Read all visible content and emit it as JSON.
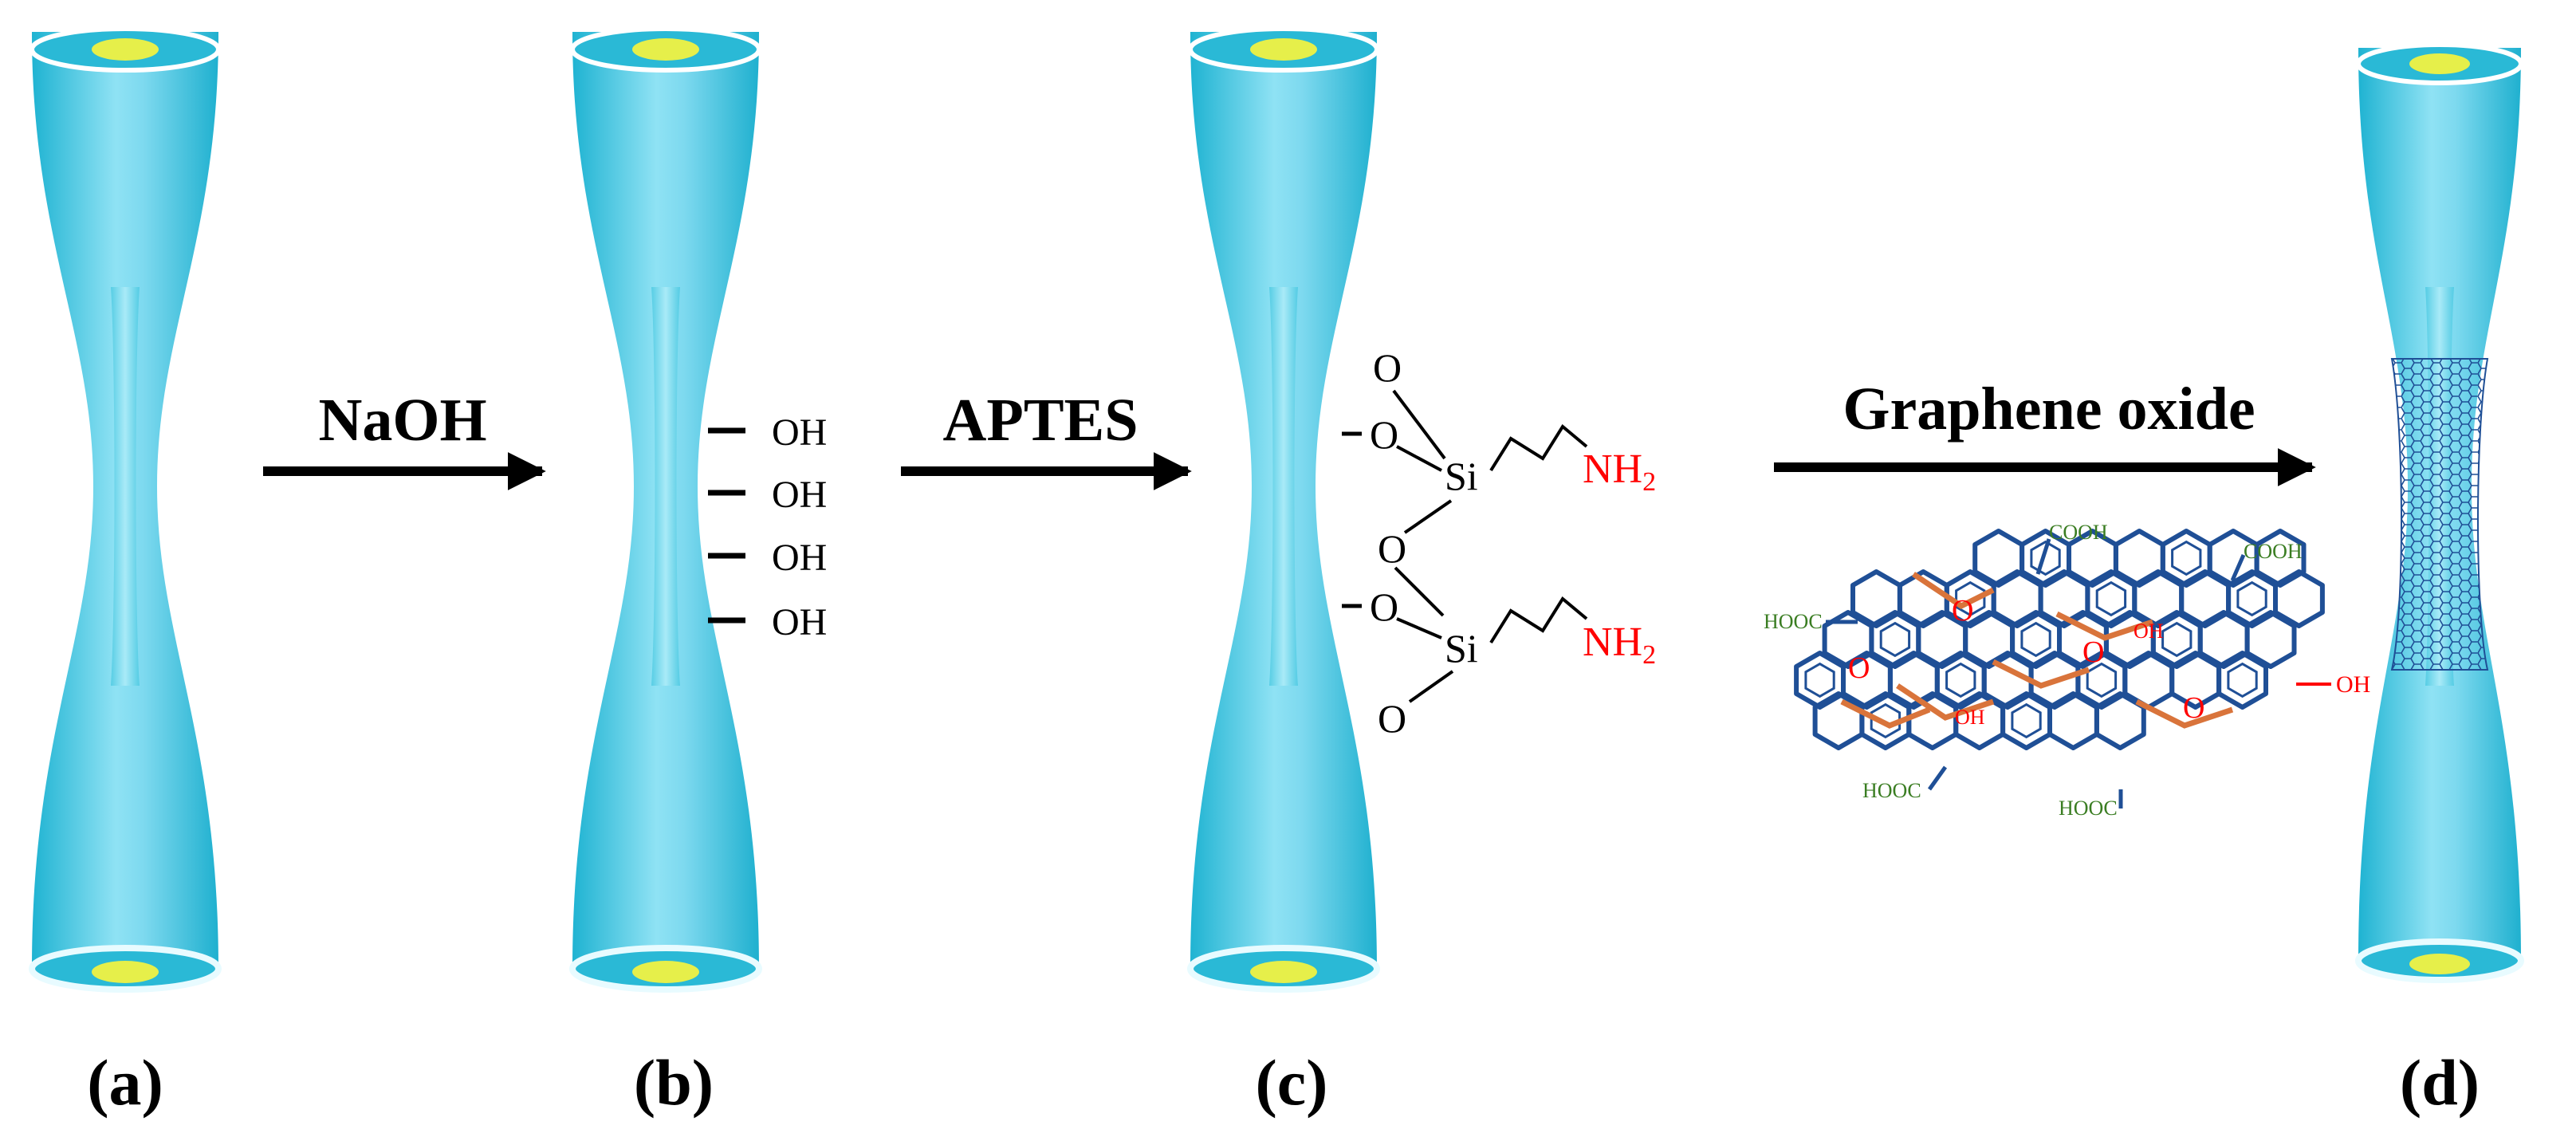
{
  "colors": {
    "fiber": "#34c3dc",
    "fiber_highlight": "#aeeaf6",
    "fiber_rim": "#ffffff",
    "core": "#e6ef4a",
    "arrow": "#000000",
    "amine": "#ff0000",
    "carboxyl": "#3a7d22",
    "graphene": "#1f4f96",
    "epoxide": "#d9743b",
    "hydroxyl_on_sheet": "#ff0000"
  },
  "panels": [
    {
      "id": "a",
      "label": "(a)"
    },
    {
      "id": "b",
      "label": "(b)"
    },
    {
      "id": "c",
      "label": "(c)"
    },
    {
      "id": "d",
      "label": "(d)"
    }
  ],
  "steps": [
    {
      "reagent": "NaOH"
    },
    {
      "reagent": "APTES"
    },
    {
      "reagent": "Graphene oxide"
    }
  ],
  "panel_b": {
    "hydroxyls": [
      "OH",
      "OH",
      "OH",
      "OH"
    ]
  },
  "panel_c": {
    "silane_groups": [
      {
        "top_o": "O",
        "bridge_o": "O",
        "si": "Si",
        "amine": "NH",
        "amine_sub": "2"
      },
      {
        "bridge_o": "O",
        "bottom_o": "O",
        "si": "Si",
        "amine": "NH",
        "amine_sub": "2"
      }
    ],
    "surface_o": [
      "O",
      "O"
    ]
  },
  "graphene_oxide": {
    "carboxyl_labels": [
      "COOH",
      "COOH",
      "HOOC",
      "HOOC",
      "HOOC"
    ],
    "hydroxyl_labels": [
      "OH",
      "OH",
      "OH"
    ],
    "epoxide_labels": [
      "O",
      "O",
      "O",
      "O"
    ]
  }
}
